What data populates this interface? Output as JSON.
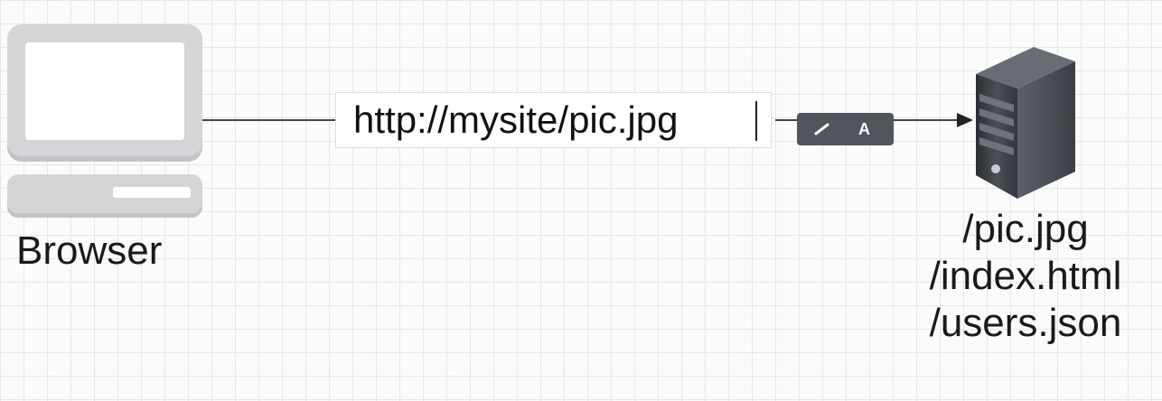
{
  "browser": {
    "label": "Browser",
    "icon": "computer-icon"
  },
  "request": {
    "url": "http://mysite/pic.jpg"
  },
  "toolbar": {
    "pencil_icon": "pencil-icon",
    "text_label": "A"
  },
  "server": {
    "icon": "server-icon",
    "files": [
      "/pic.jpg",
      "/index.html",
      "/users.json"
    ]
  },
  "colors": {
    "grid": "#e6e6e6",
    "device": "#d5d5d8",
    "server": "#3a3f44",
    "connector": "#444444",
    "pill": "#50565c"
  }
}
